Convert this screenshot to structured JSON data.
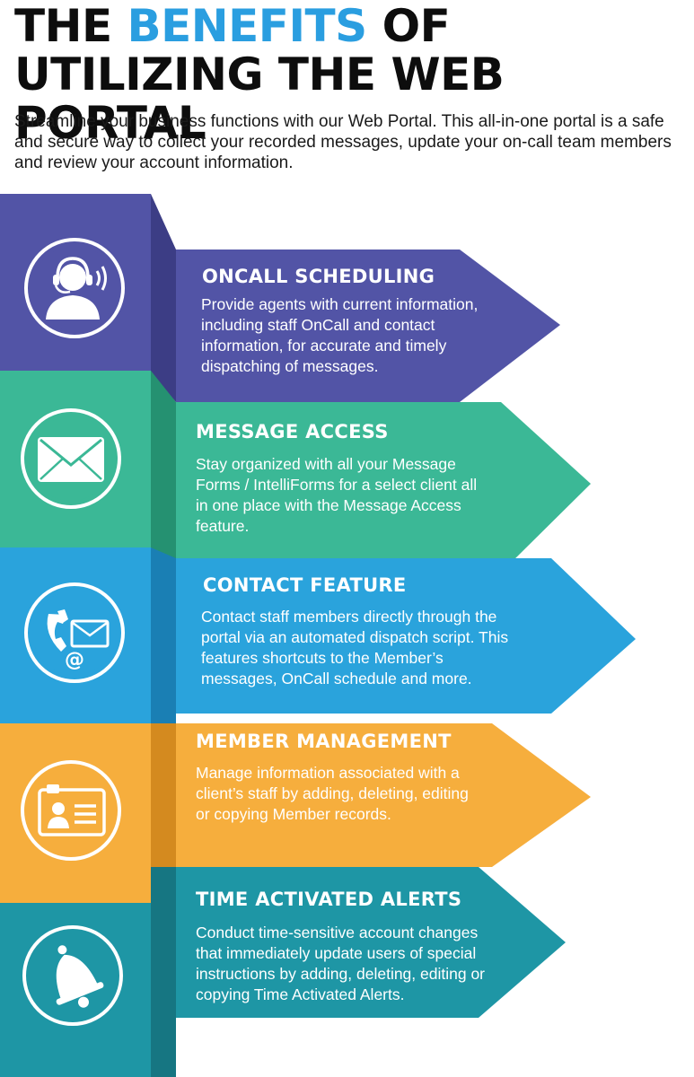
{
  "title": {
    "line1_pre": "THE ",
    "line1_highlight": "BENEFITS",
    "line1_post": " OF",
    "line2": "UTILIZING THE WEB PORTAL"
  },
  "intro": "Streamline your business functions with our Web Portal. This all-in-one portal is a safe and secure way to collect your recorded messages, update your on-call team members and review your account information.",
  "colors": {
    "title_highlight": "#2a9ee0",
    "oncall": "#5254a6",
    "message": "#3bb896",
    "contact": "#2aa3dc",
    "member": "#f6ae3d",
    "alerts": "#1e96a5"
  },
  "sections": [
    {
      "icon": "headset-agent-icon",
      "heading": "ONCALL SCHEDULING",
      "text": "Provide agents with current information, including staff OnCall and contact information, for accurate and timely dispatching of messages."
    },
    {
      "icon": "envelope-icon",
      "heading": "MESSAGE ACCESS",
      "text": "Stay organized with all your Message Forms / IntelliForms for a select client all in one place with the Message Access feature."
    },
    {
      "icon": "phone-email-icon",
      "heading": "CONTACT FEATURE",
      "text": "Contact staff members directly through the portal via an automated dispatch script. This features shortcuts to the Member’s messages, OnCall schedule and more."
    },
    {
      "icon": "id-card-icon",
      "heading": "MEMBER MANAGEMENT",
      "text": "Manage information associated with a client’s staff by adding, deleting, editing or copying Member records."
    },
    {
      "icon": "bell-icon",
      "heading": "TIME ACTIVATED ALERTS",
      "text": "Conduct time-sensitive account changes that immediately update users of special instructions by adding, deleting, editing or copying Time Activated Alerts."
    }
  ]
}
